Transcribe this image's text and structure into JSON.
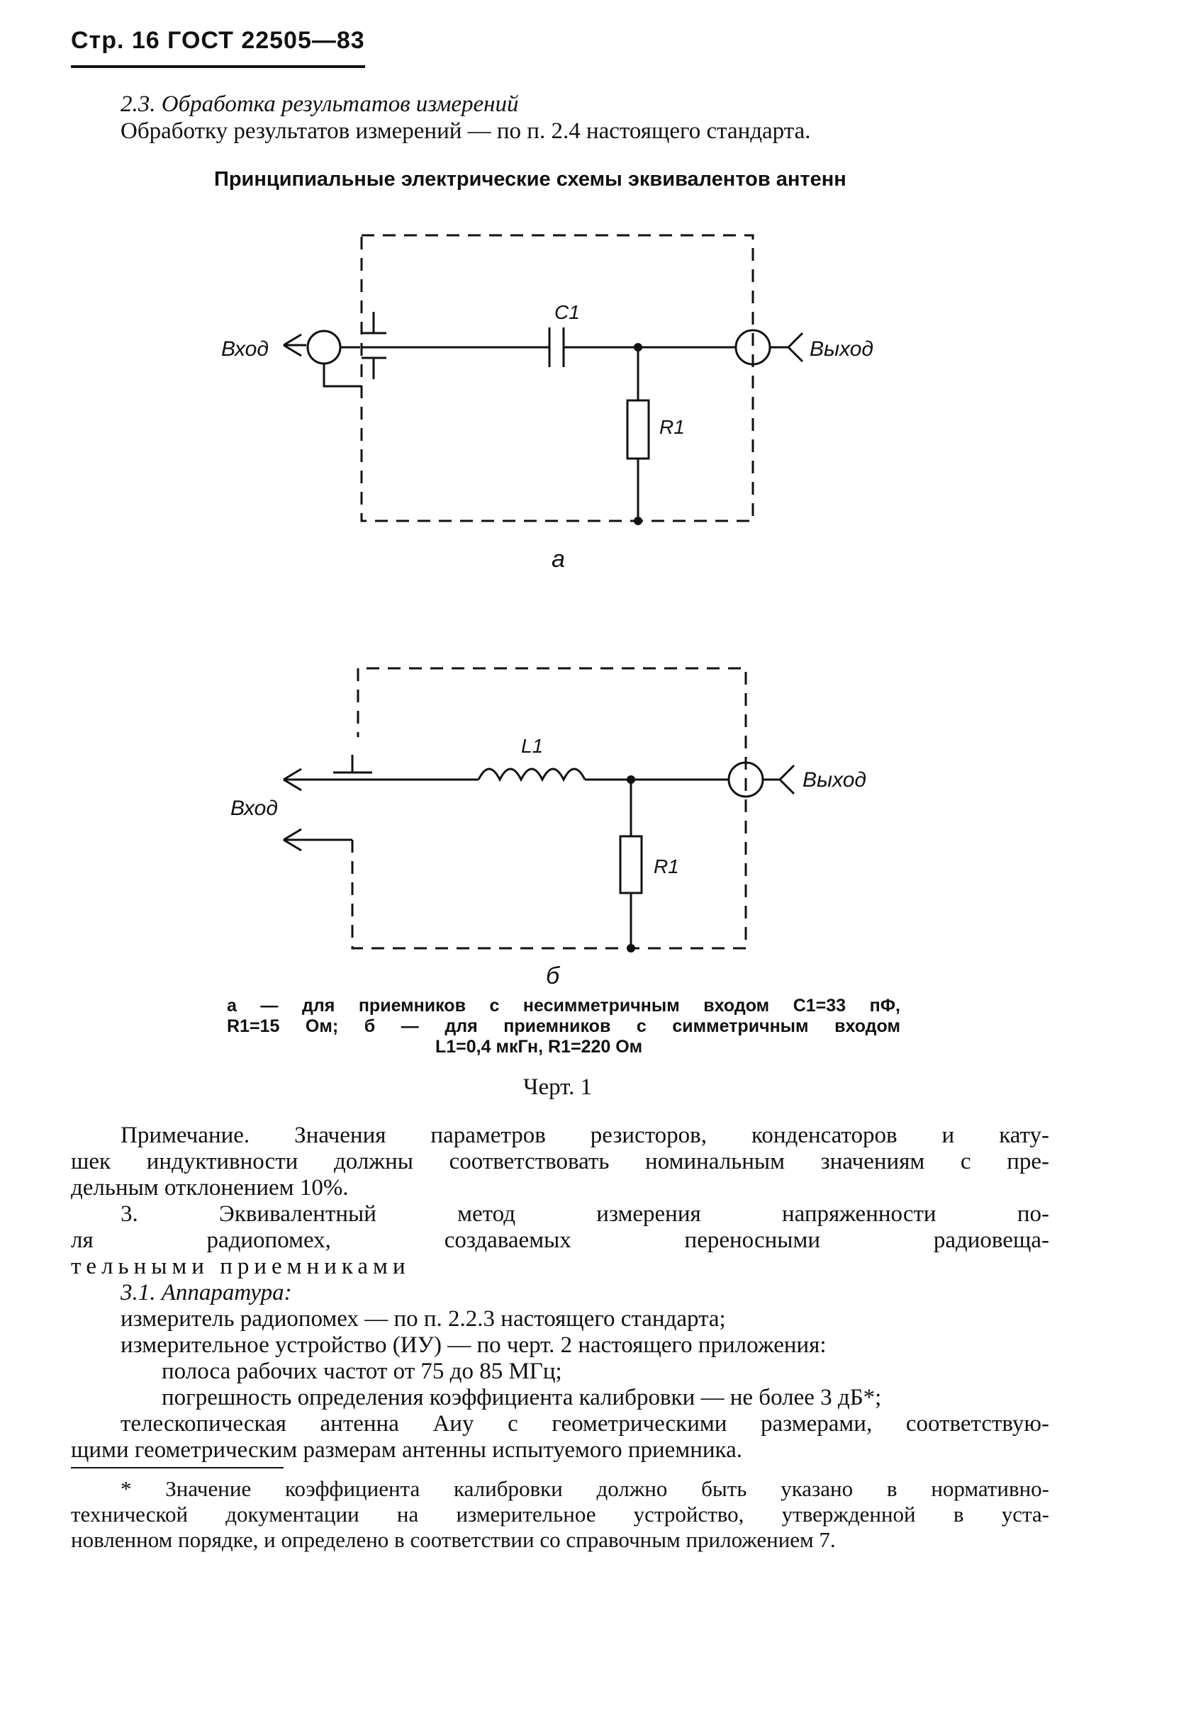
{
  "header": {
    "page_ref": "Стр. 16 ГОСТ 22505—83"
  },
  "section_2_3": {
    "heading": "2.3. Обработка результатов измерений",
    "body": "Обработку результатов измерений — по п. 2.4 настоящего стандарта."
  },
  "figure": {
    "title": "Принципиальные электрические схемы эквивалентов антенн",
    "diagram_a": {
      "input_label": "Вход",
      "output_label": "Выход",
      "capacitor_label": "C1",
      "resistor_label": "R1",
      "sublabel": "а"
    },
    "diagram_b": {
      "input_label": "Вход",
      "output_label": "Выход",
      "inductor_label": "L1",
      "resistor_label": "R1",
      "sublabel": "б"
    },
    "caption_lines": [
      "а — для приемников с несимметричным входом C1=33 пФ,",
      "R1=15 Ом; б — для приемников с симметричным входом",
      "L1=0,4 мкГн, R1=220 Ом"
    ],
    "label": "Черт. 1"
  },
  "note": {
    "lines": [
      "Примечание. Значения параметров резисторов, конденсаторов и кату-",
      "шек индуктивности должны соответствовать номинальным значениям с пре-",
      "дельным отклонением 10%."
    ]
  },
  "section_3": {
    "heading_lines": [
      "3. Эквивалентный метод измерения напряженности по-",
      "ля радиопомех, создаваемых переносными радиовеща-",
      "тельными приемниками"
    ],
    "sub_3_1": "3.1. Аппаратура:",
    "items": [
      "измеритель радиопомех — по п. 2.2.3 настоящего стандарта;",
      "измерительное устройство (ИУ) — по черт. 2 настоящего приложения:",
      "полоса рабочих частот от 75 до 85 МГц;",
      "погрешность определения коэффициента калибровки — не более 3 дБ*;",
      "телескопическая антенна Aиу с геометрическими размерами, соответствую-",
      "щими геометрическим размерам антенны испытуемого приемника."
    ]
  },
  "footnote": {
    "lines": [
      "* Значение коэффициента калибровки должно быть указано в нормативно-",
      "технической документации на измерительное устройство, утвержденной в уста-",
      "новленном порядке, и определено в соответствии со справочным приложением 7."
    ]
  }
}
